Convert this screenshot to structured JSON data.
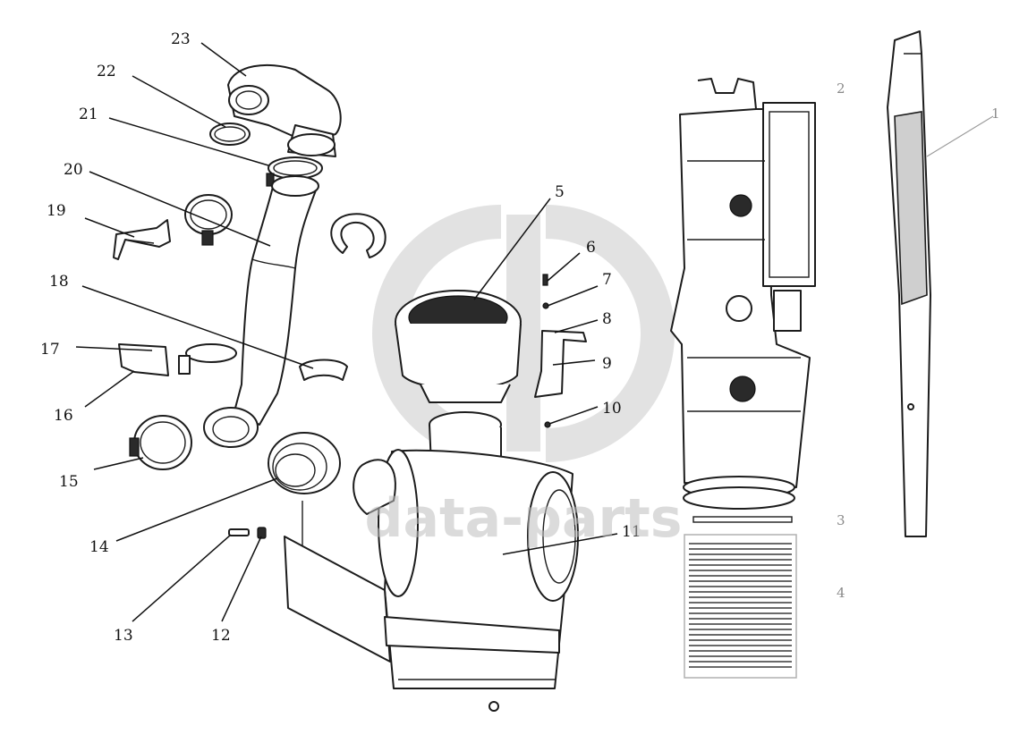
{
  "watermark": {
    "text": "data-parts"
  },
  "callouts": [
    "1",
    "2",
    "3",
    "4",
    "5",
    "6",
    "7",
    "8",
    "9",
    "10",
    "11",
    "12",
    "13",
    "14",
    "15",
    "16",
    "17",
    "18",
    "19",
    "20",
    "21",
    "22",
    "23"
  ],
  "colors": {
    "line": "#1c1c1c",
    "watermark": "#bdbdbd",
    "light_label": "#8a8a8a",
    "background": "#ffffff"
  }
}
